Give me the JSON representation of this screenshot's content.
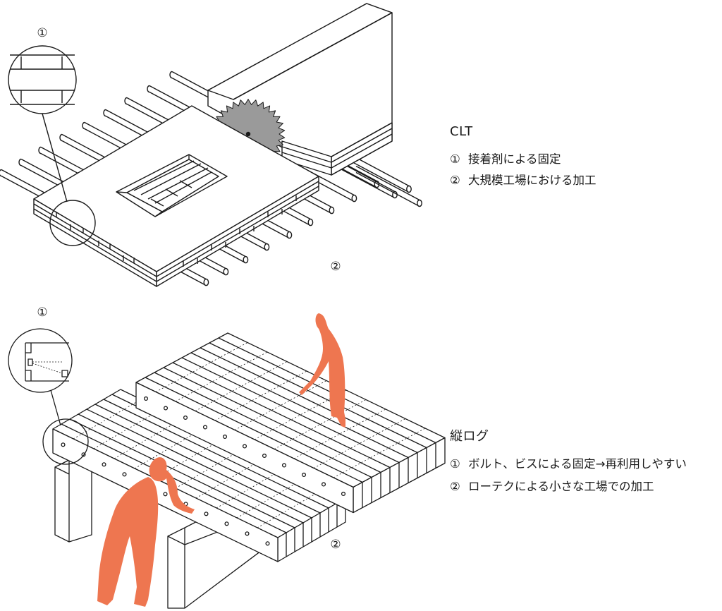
{
  "clt": {
    "title": "CLT",
    "items": [
      {
        "num": "①",
        "text": "接着剤による固定"
      },
      {
        "num": "②",
        "text": "大規模工場における加工"
      }
    ],
    "label_1": "①",
    "label_2": "②"
  },
  "log": {
    "title": "縦ログ",
    "items": [
      {
        "num": "①",
        "text": "ボルト、ビスによる固定→再利用しやすい"
      },
      {
        "num": "②",
        "text": "ローテクによる小さな工場での加工"
      }
    ],
    "label_1": "①",
    "label_2": "②"
  },
  "colors": {
    "figure": "#EE7650",
    "line": "#1a1a1a",
    "saw": "#9a9a9a"
  }
}
